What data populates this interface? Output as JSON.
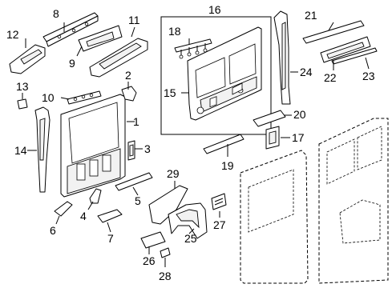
{
  "callouts": {
    "c1": "1",
    "c2": "2",
    "c3": "3",
    "c4": "4",
    "c5": "5",
    "c6": "6",
    "c7": "7",
    "c8": "8",
    "c9": "9",
    "c10": "10",
    "c11": "11",
    "c12": "12",
    "c13": "13",
    "c14": "14",
    "c15": "15",
    "c16": "16",
    "c17": "17",
    "c18": "18",
    "c19": "19",
    "c20": "20",
    "c21": "21",
    "c22": "22",
    "c23": "23",
    "c24": "24",
    "c25": "25",
    "c26": "26",
    "c27": "27",
    "c28": "28",
    "c29": "29"
  }
}
